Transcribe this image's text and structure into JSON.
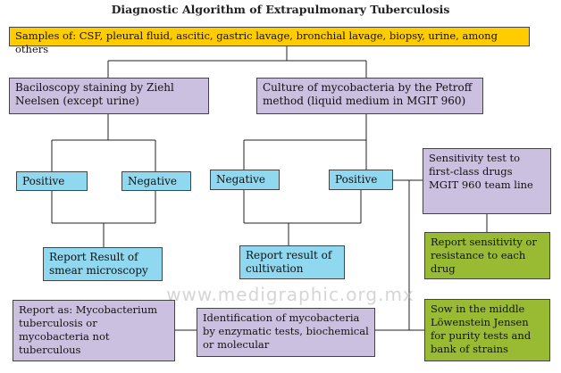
{
  "title": "Diagnostic Algorithm of Extrapulmonary Tuberculosis",
  "watermark": "www.medigraphic.org.mx",
  "nodes": {
    "samples": "Samples of: CSF, pleural fluid, ascitic, gastric lavage, bronchial lavage, biopsy, urine, among others",
    "baciloscopy": "Baciloscopy staining by Ziehl Neelsen (except urine)",
    "culture": "Culture of mycobacteria by the Petroff method (liquid medium in MGIT 960)",
    "positive_left": "Positive",
    "negative_left": "Negative",
    "negative_right": "Negative",
    "positive_right": "Positive",
    "sensitivity": "Sensitivity test to first-class drugs MGIT 960 team line",
    "report_smear": "Report Result of smear microscopy",
    "report_cultivation": "Report result of cultivation",
    "report_sensitivity": "Report sensitivity or resistance to each drug",
    "report_as": "Report as: Mycobacterium tuberculosis or mycobacteria not tuberculous",
    "identification": "Identification of mycobacteria by enzymatic tests, biochemical or molecular",
    "sow": "Sow in the middle Löwenstein Jensen for purity tests and bank of strains"
  },
  "colors": {
    "samples": "#ffcc00",
    "process": "#ccc0e0",
    "result": "#8fd8f0",
    "sensitivity_report": "#99bb33",
    "connector": "#222222"
  }
}
